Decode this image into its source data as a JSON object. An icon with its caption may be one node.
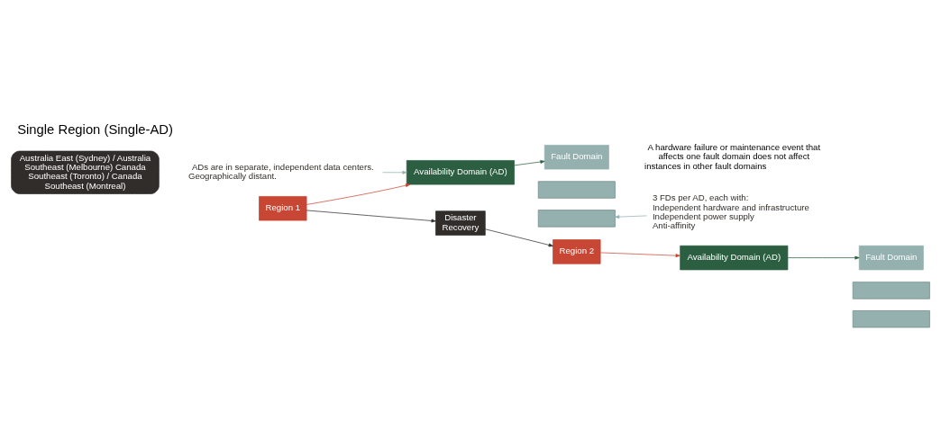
{
  "diagram": {
    "title": "Single Region (Single-AD)",
    "nodes": [
      {
        "text": [
          "Region 1"
        ]
      },
      {
        "text": [
          "Availability Domain (AD)"
        ]
      },
      {
        "text": [
          "Fault Domain"
        ]
      },
      {
        "text": [],
        "shape": "box"
      },
      {
        "text": [],
        "shape": "box"
      },
      {
        "text": [
          "Disaster Recovery"
        ]
      },
      {
        "text": [
          "Region 2"
        ]
      },
      {
        "text": [
          "Availability Domain (AD)"
        ]
      },
      {
        "text": [
          "Fault Domain"
        ]
      },
      {
        "text": [],
        "shape": "box"
      },
      {
        "text": [],
        "shape": "box"
      },
      {
        "text": [
          "ADs are in separate, independent data centers. Geographically distant."
        ]
      },
      {
        "text": [
          "3 FDs per AD, each with:",
          "Independent hardware and infrastructure",
          "Independent power supply",
          "Anti-affinity"
        ]
      },
      {
        "text": [
          "Australia East (Sydney) / Australia Southeast (Melbourne) Canada Southeast (Toronto) / Canada Southeast (Montreal)"
        ]
      }
    ],
    "edges": [
      {
        "from": 0,
        "to": 5,
        "arrow": "to",
        "color": "#312d2a"
      },
      {
        "from": 5,
        "to": 6,
        "arrow": "to",
        "color": "#312d2a"
      },
      {
        "from": 0,
        "to": 1,
        "arrow": "to",
        "color": "#c74634"
      },
      {
        "from": 1,
        "to": 2,
        "arrow": "to",
        "color": "#2c5f41"
      },
      {
        "from": 6,
        "to": 7,
        "arrow": "to",
        "color": "#c74634"
      },
      {
        "from": 7,
        "to": 8,
        "arrow": "to",
        "color": "#2c5f41"
      },
      {
        "from": 11,
        "to": 1,
        "arrow": "to",
        "color": "#94b0af"
      },
      {
        "from": 12,
        "to": 4,
        "arrow": "to",
        "color": "#94b0af"
      }
    ],
    "labels": [
      "A hardware failure or maintenance event that affects one fault domain does not affect instances in other fault domains"
    ]
  }
}
